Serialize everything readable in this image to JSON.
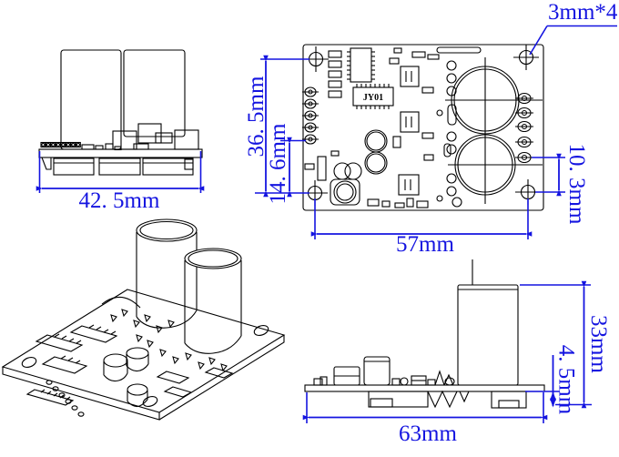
{
  "colors": {
    "annotation": "#1414e0",
    "line": "#000000",
    "background": "#ffffff"
  },
  "views": {
    "side_view": {
      "width_dim": "42. 5mm"
    },
    "top_view": {
      "vertical_dim": "36. 5mm",
      "pad_row_dim": "14. 6mm",
      "hole_spacing_dim": "57mm",
      "terminal_offset_dim": "10. 3mm",
      "mounting_hole_note": "3mm*4",
      "ic_label": "JY01"
    },
    "bottom_side_view": {
      "width_dim": "63mm",
      "height_dim": "33mm",
      "clearance_dim": "4. 5mm"
    }
  }
}
